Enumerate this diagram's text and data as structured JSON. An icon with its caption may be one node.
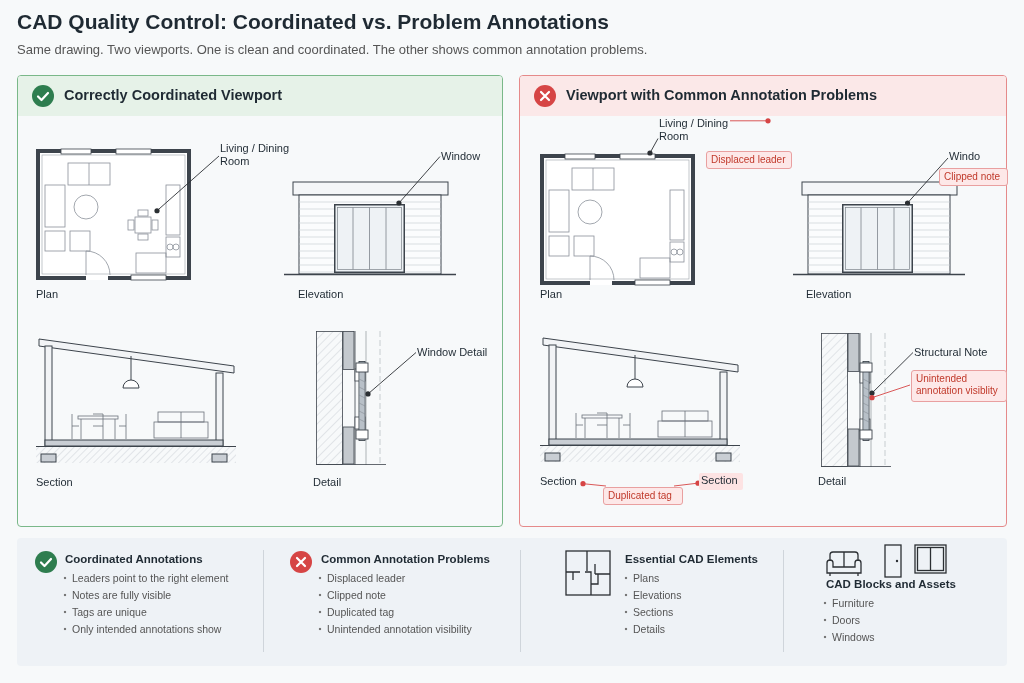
{
  "diagram": {
    "title": "CAD Quality Control: Coordinated vs. Problem Annotations",
    "nodes": [
      {
        "text": [
          "Correctly Coordinated Viewport"
        ]
      },
      {
        "text": [],
        "shape": "picture",
        "in": 0,
        "beside": [
          "Plan"
        ]
      },
      {
        "text": [],
        "shape": "picture",
        "in": 1
      },
      {
        "text": [
          "Living / Dining Room"
        ],
        "in": 0
      },
      {
        "text": [],
        "shape": "picture",
        "in": 0,
        "beside": [
          "Elevation"
        ]
      },
      {
        "text": [],
        "shape": "picture",
        "in": 4
      },
      {
        "text": [
          "Window"
        ],
        "in": 0
      },
      {
        "text": [],
        "shape": "picture",
        "in": 0,
        "beside": [
          "Section"
        ]
      },
      {
        "text": [],
        "shape": "picture",
        "in": 0,
        "beside": [
          "Detail"
        ]
      },
      {
        "text": [],
        "shape": "picture",
        "in": 8
      },
      {
        "text": [
          "Window Detail"
        ],
        "in": 0
      },
      {
        "text": [
          "Viewport with Common Annotation Problems"
        ]
      },
      {
        "text": [
          "Living / Dining Room"
        ],
        "in": 11
      },
      {
        "text": [
          "Displaced leader"
        ],
        "in": 11
      },
      {
        "text": [],
        "shape": "picture",
        "in": 11,
        "beside": [
          "Plan"
        ]
      },
      {
        "text": [
          "Windo"
        ],
        "in": 11
      },
      {
        "text": [
          "Clipped note"
        ],
        "in": 11
      },
      {
        "text": [],
        "shape": "picture",
        "in": 11,
        "beside": [
          "Elevation"
        ]
      },
      {
        "text": [],
        "shape": "picture",
        "in": 17
      },
      {
        "text": [],
        "shape": "picture",
        "in": 11
      },
      {
        "text": [
          "Section"
        ],
        "in": 11
      },
      {
        "text": [
          "Section"
        ],
        "in": 11
      },
      {
        "text": [
          "Duplicated tag"
        ],
        "in": 11
      },
      {
        "text": [],
        "shape": "picture",
        "in": 11,
        "beside": [
          "Detail"
        ]
      },
      {
        "text": [],
        "shape": "picture",
        "in": 23
      },
      {
        "text": [
          "Structural Note"
        ],
        "in": 11
      },
      {
        "text": [
          "Unintended annotation visiblity"
        ],
        "in": 11
      }
    ],
    "edges": [
      {
        "from": 3,
        "to": 2,
        "arrow": "other"
      },
      {
        "from": 6,
        "to": 5,
        "arrow": "other"
      },
      {
        "from": 10,
        "to": 9,
        "arrow": "other"
      },
      {
        "from": 12,
        "to": 14,
        "arrow": "other"
      },
      {
        "from": 12,
        "to": null,
        "arrow": "other",
        "color": "#d64545"
      },
      {
        "from": 15,
        "to": 18,
        "arrow": "other"
      },
      {
        "from": 25,
        "to": 24,
        "arrow": "other"
      },
      {
        "from": 26,
        "to": 24,
        "arrow": "other",
        "color": "#d64545"
      },
      {
        "from": 22,
        "to": 20,
        "arrow": "other",
        "color": "#d64545"
      },
      {
        "from": 22,
        "to": 21,
        "arrow": "other",
        "color": "#d64545"
      }
    ],
    "labels": [
      "Same drawing. Two viewports. One is clean and coordinated. The other shows common annotation problems.",
      "Coordinated Annotations",
      "Leaders point to the right element",
      "Notes are fully visible",
      "Tags are unique",
      "Only intended annotations show",
      "Common Annotation Problems",
      "Displaced leader",
      "Clipped note",
      "Duplicated tag",
      "Unintended annotation visibility",
      "Essential CAD Elements",
      "Plans",
      "Elevations",
      "Sections",
      "Details",
      "CAD Blocks and Assets",
      "Furniture",
      "Doors",
      "Windows"
    ]
  }
}
